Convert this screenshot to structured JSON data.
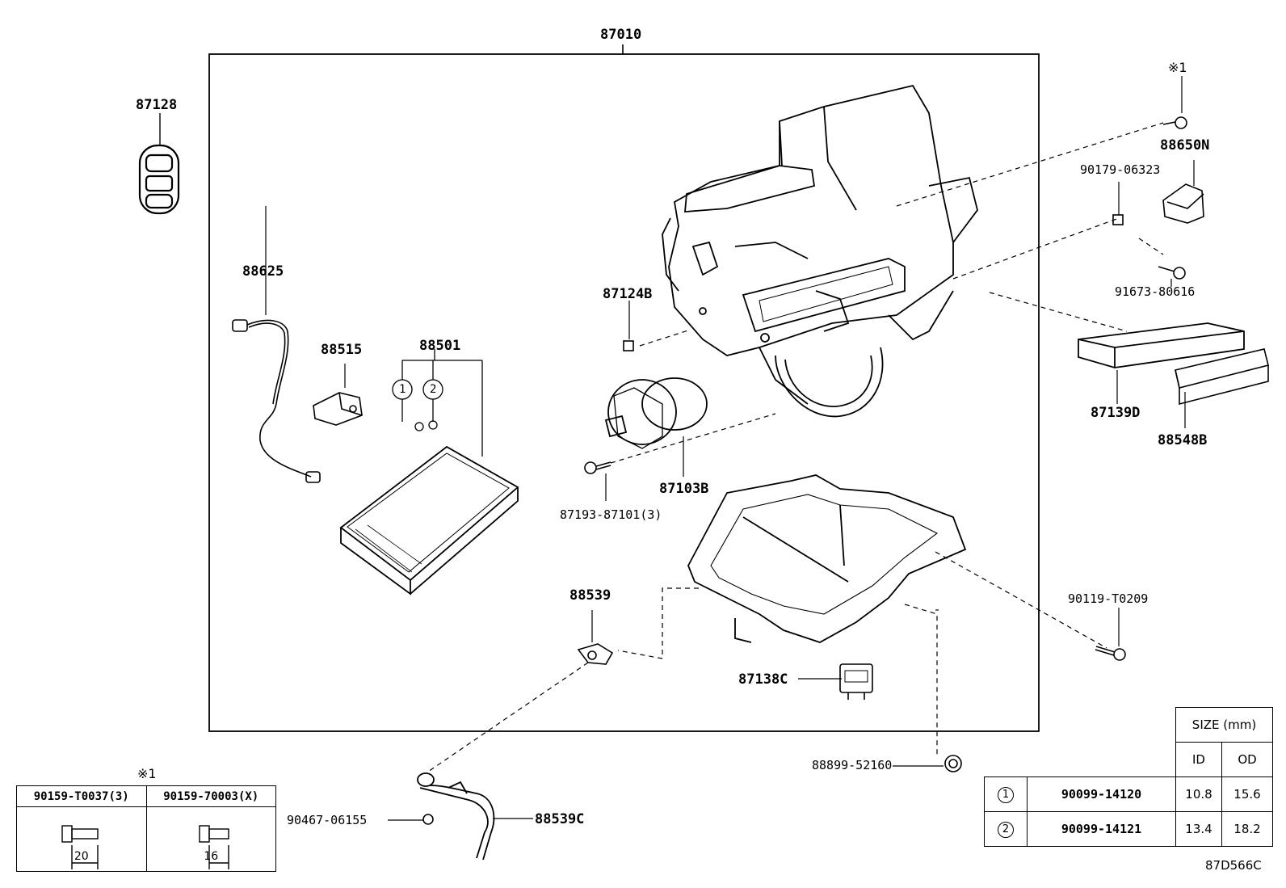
{
  "labels": {
    "assembly": "87010",
    "seal": "87128",
    "wire": "88625",
    "valve": "88515",
    "core": "88501",
    "clip": "87124B",
    "blower_motor": "87103B",
    "screw": "87193-87101(3)",
    "filter": "87139D",
    "filter_cover": "88548B",
    "servo": "88650N",
    "nut_clip": "90179-06323",
    "screw_b": "91673-80616",
    "star_mark": "※1",
    "drain_joint": "88539",
    "bolt": "90119-T0209",
    "resistor": "87138C",
    "drain_hose": "88539C",
    "clamp": "90467-06155",
    "grommet": "88899-52160",
    "diagram_code": "87D566C",
    "oring_1": "1",
    "oring_2": "2"
  },
  "size_table": {
    "header": "SIZE (mm)",
    "col_id": "ID",
    "col_od": "OD",
    "rows": [
      {
        "mark": "1",
        "part": "90099-14120",
        "id": "10.8",
        "od": "15.6"
      },
      {
        "mark": "2",
        "part": "90099-14121",
        "id": "13.4",
        "od": "18.2"
      }
    ]
  },
  "screw_table": {
    "mark": "※1",
    "col1": "90159-T0037(3)",
    "col2": "90159-70003(X)",
    "len1": "20",
    "len2": "16"
  }
}
